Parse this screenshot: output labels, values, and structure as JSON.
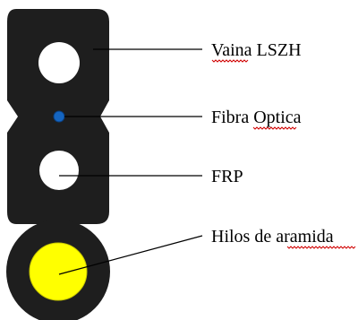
{
  "colors": {
    "sheath": "#1e1e1e",
    "hole": "#ffffff",
    "fiber": "#1565c0",
    "aramid": "#ffff00",
    "leader_line": "#000000",
    "spellcheck_underline": "#d00000"
  },
  "callouts": [
    {
      "id": "sheath",
      "label": "Vaina LSZH"
    },
    {
      "id": "fiber",
      "label": "Fibra Optica"
    },
    {
      "id": "frp",
      "label": "FRP"
    },
    {
      "id": "aramid",
      "label": "Hilos de aramida"
    }
  ]
}
